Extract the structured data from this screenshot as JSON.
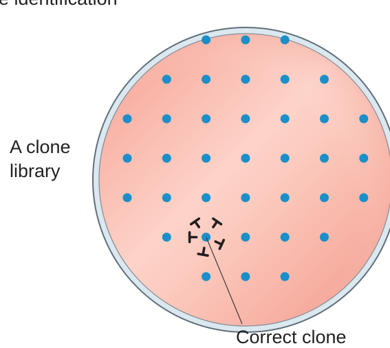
{
  "title": "e identification",
  "labels": {
    "library_line1": "A clone",
    "library_line2": "library",
    "correct_clone": "Correct clone"
  },
  "colors": {
    "plate_rim": "#5f6f7a",
    "plate_gap": "#dbe8ef",
    "agar_light": "#fcd2c8",
    "agar_dark": "#f4978a",
    "colony": "#1a8fc9",
    "antibody": "#231f20",
    "text": "#231f20"
  },
  "colony_grid": {
    "rows": [
      [
        2,
        3,
        4
      ],
      [
        1,
        2,
        3,
        4,
        5
      ],
      [
        0,
        1,
        2,
        3,
        4,
        5,
        6
      ],
      [
        0,
        1,
        2,
        3,
        4,
        5,
        6
      ],
      [
        0,
        1,
        2,
        3,
        4,
        5,
        6
      ],
      [
        1,
        2,
        3,
        4,
        5
      ],
      [
        2,
        3,
        4
      ]
    ],
    "target": {
      "row": 5,
      "col": 2
    }
  }
}
